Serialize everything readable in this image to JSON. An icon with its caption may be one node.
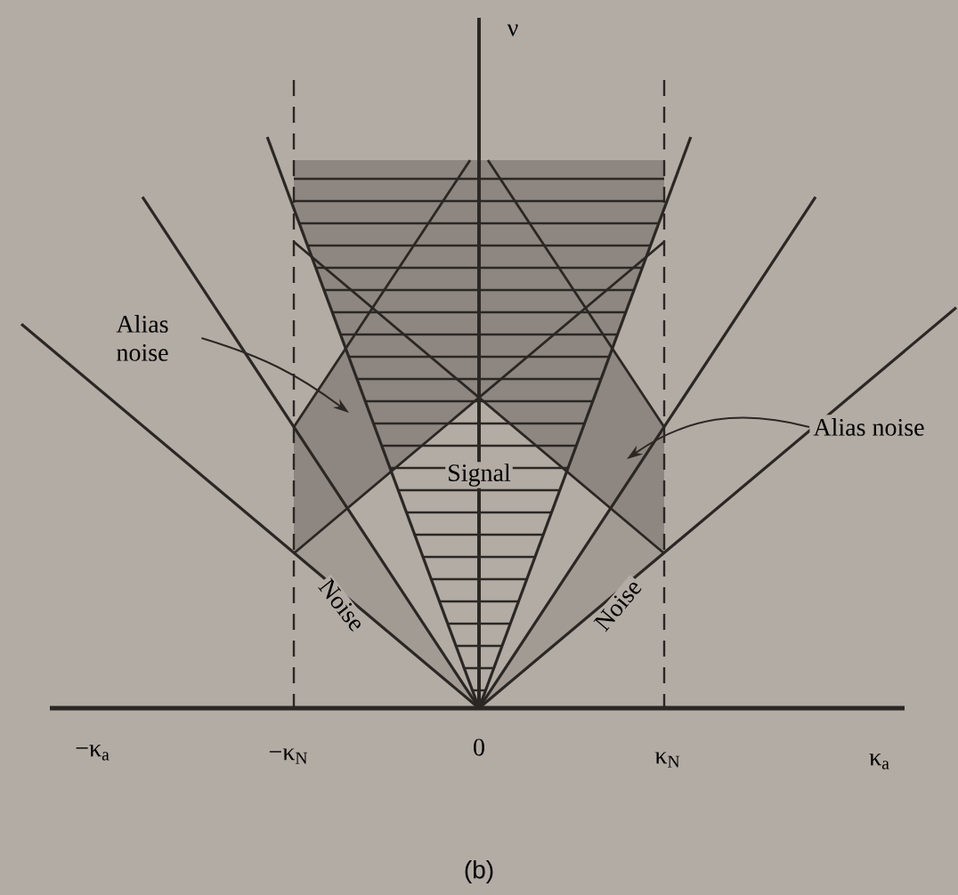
{
  "diagram": {
    "caption": "(b)",
    "nodes": [
      {
        "text": [
          "Alias noise"
        ]
      },
      {
        "text": [
          "Alias noise"
        ]
      }
    ],
    "edges": [
      {
        "from": 0,
        "to": null,
        "arrow": "to"
      },
      {
        "from": 1,
        "to": null,
        "arrow": "to"
      }
    ],
    "labels": [
      "ν",
      "Signal",
      "Noise",
      "Noise",
      "−κ$_{a}$",
      "−κ$_{N}$",
      "0",
      "κ$_{N}$",
      "κ$_{a}$"
    ]
  }
}
